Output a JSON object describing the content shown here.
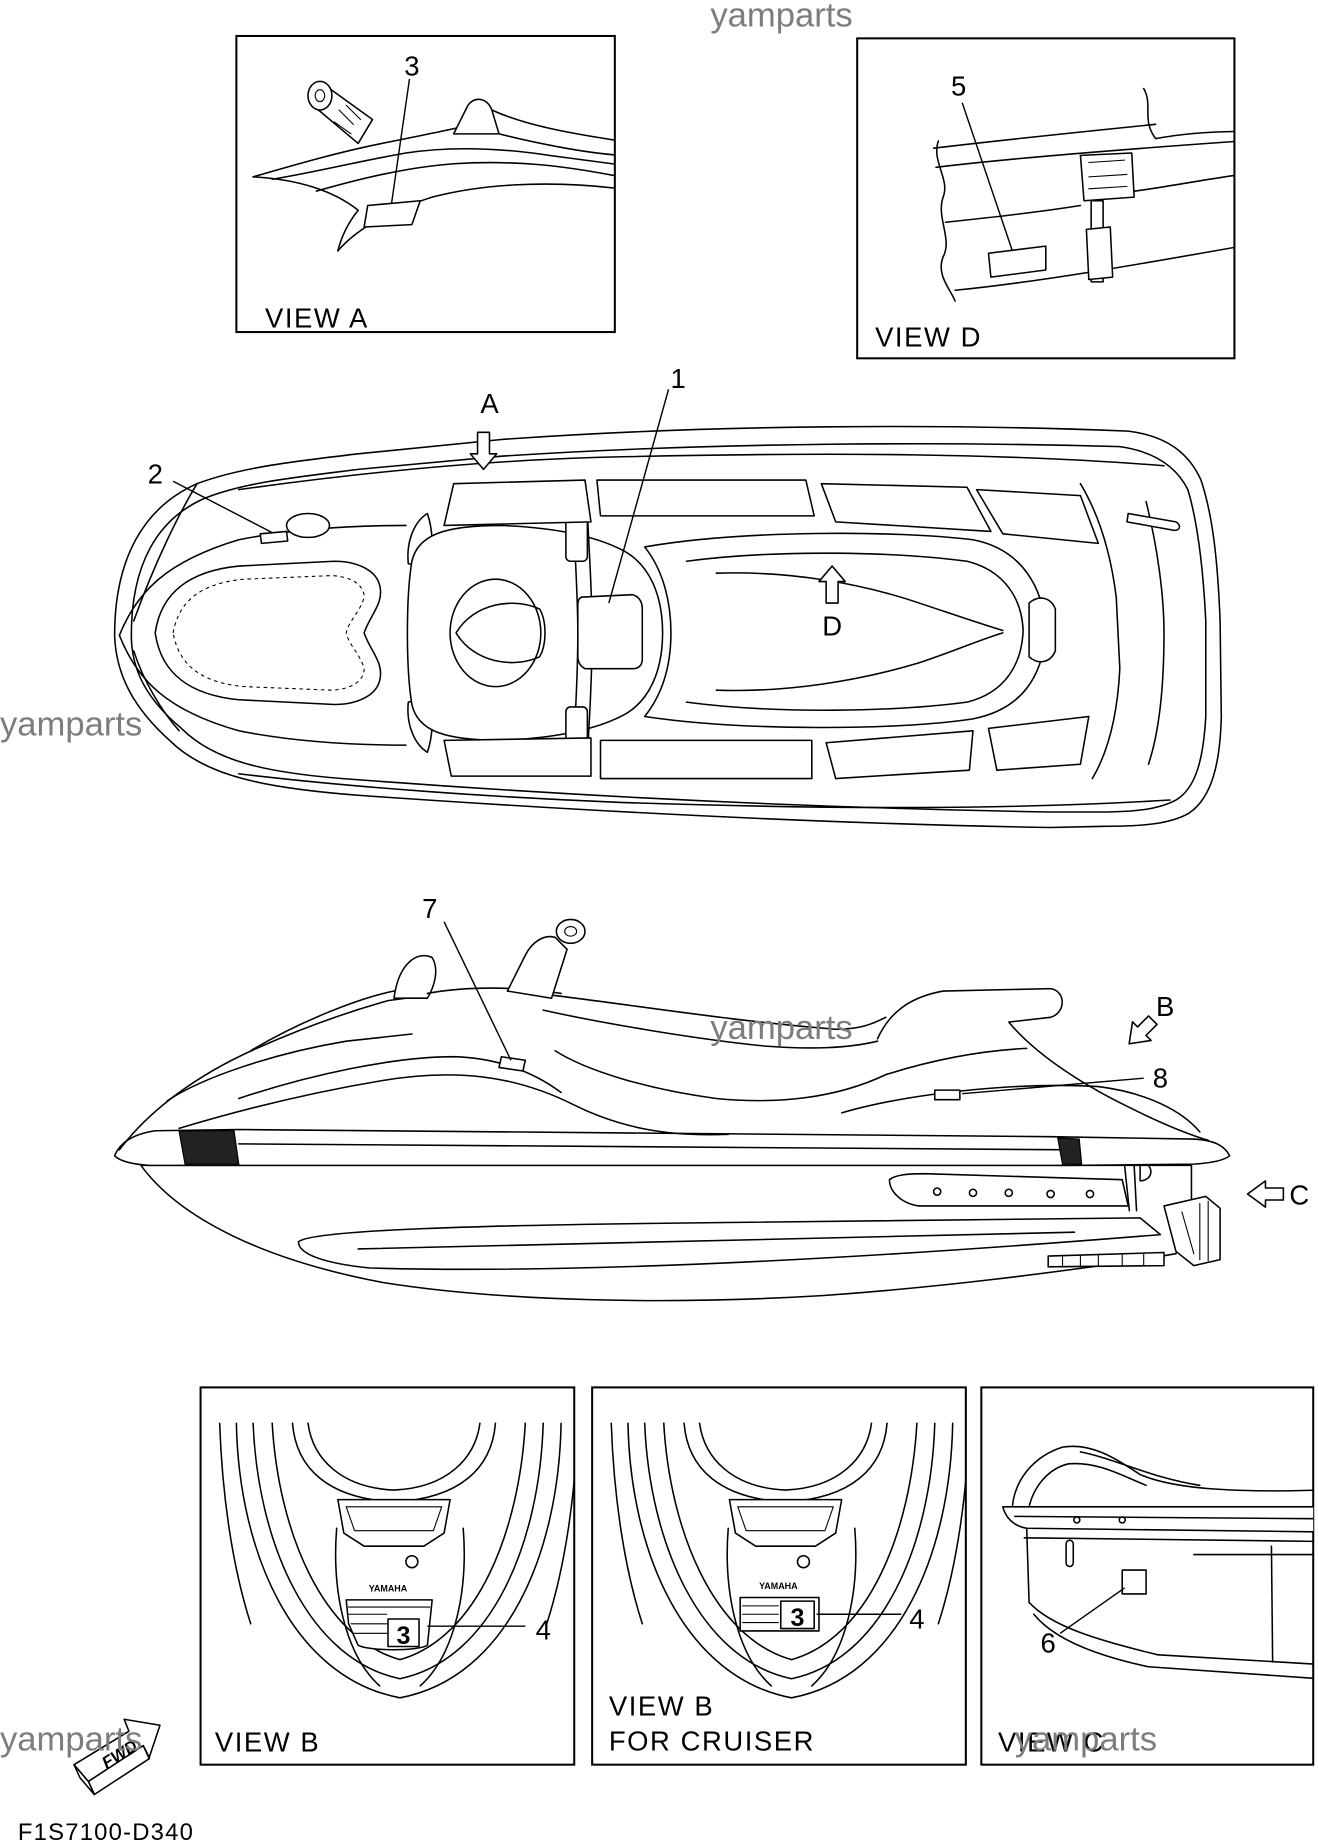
{
  "watermark": {
    "top": "yamparts",
    "left": "yamparts",
    "right": "yamparts",
    "middle": "yamparts",
    "bottom_left": "yamparts",
    "bottom_right": "yamparts"
  },
  "figure_code": "F1S7100-D340",
  "view_a": {
    "label": "VIEW A",
    "callout": "3"
  },
  "view_d": {
    "label": "VIEW D",
    "callout": "5"
  },
  "top_view": {
    "callouts": {
      "p1": "1",
      "p2": "2"
    },
    "arrows": {
      "a": "A",
      "d": "D"
    }
  },
  "side_view": {
    "callouts": {
      "p7": "7",
      "p8": "8"
    },
    "arrows": {
      "b": "B",
      "c": "C"
    }
  },
  "view_b": {
    "label": "VIEW B",
    "callout": "4",
    "decal_brand": "YAMAHA",
    "decal_number": "3"
  },
  "view_b_cruiser": {
    "label_line1": "VIEW B",
    "label_line2": "FOR CRUISER",
    "callout": "4",
    "decal_brand": "YAMAHA",
    "decal_number": "3"
  },
  "view_c": {
    "label": "VIEW C",
    "callout": "6"
  },
  "fwd_arrow": {
    "label": "FWD"
  },
  "colors": {
    "line": "#000000",
    "watermark": "#7d7d7d",
    "background": "#ffffff"
  }
}
